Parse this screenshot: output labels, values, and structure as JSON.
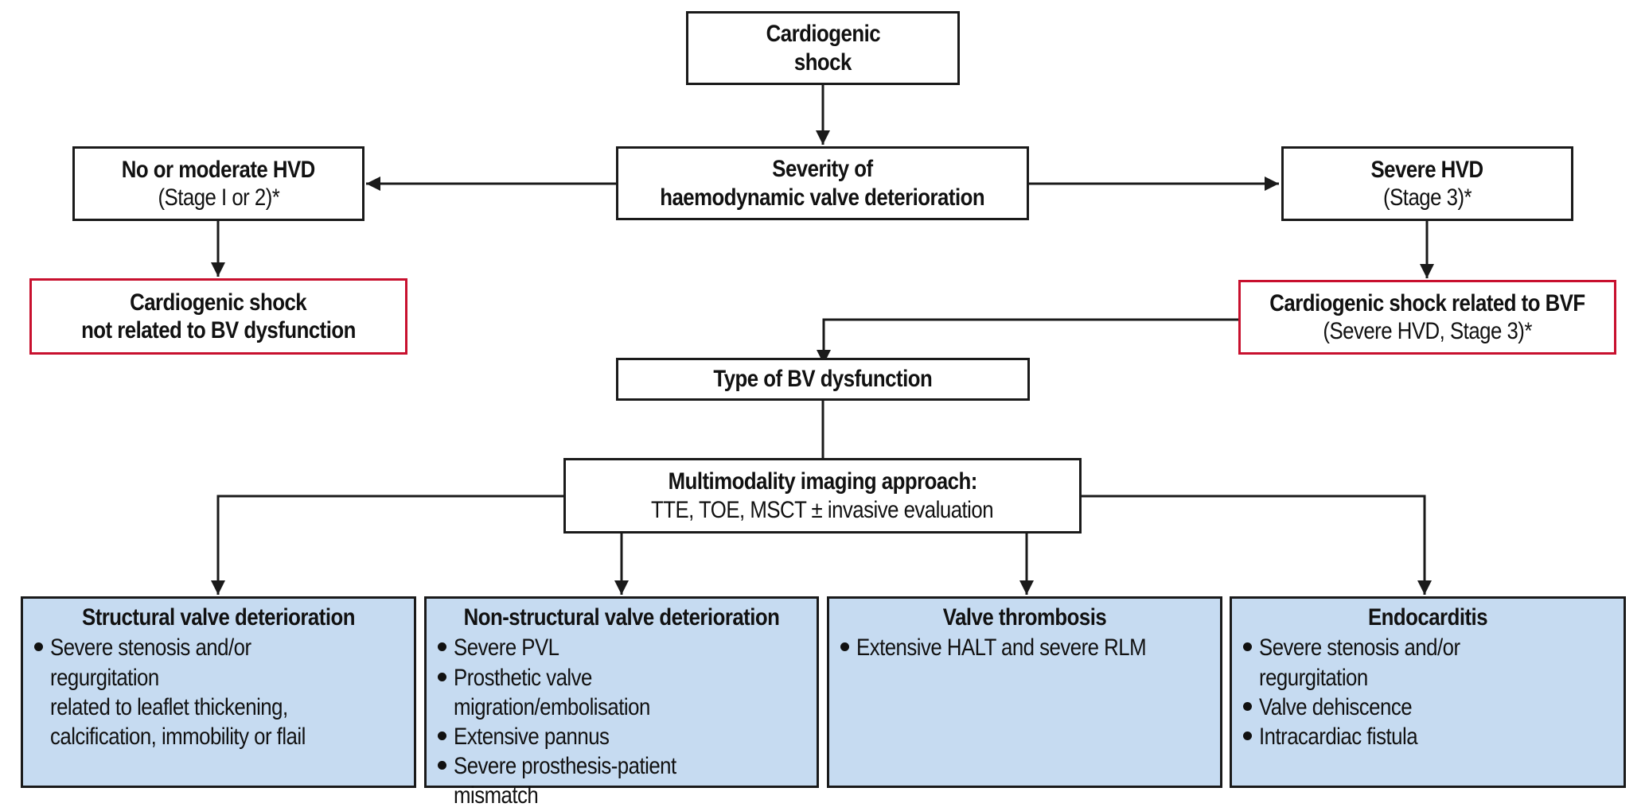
{
  "colors": {
    "line": "#1a1a1a",
    "outcome_border": "#c8102e",
    "category_fill": "#c6dbf1"
  },
  "nodes": {
    "start": {
      "lines": [
        "Cardiogenic",
        "shock"
      ]
    },
    "severity": {
      "lines": [
        "Severity of",
        "haemodynamic valve deterioration"
      ]
    },
    "no_moderate": {
      "title": "No or moderate HVD",
      "subtitle": "(Stage I or 2)*"
    },
    "severe": {
      "title": "Severe HVD",
      "subtitle": "(Stage 3)*"
    },
    "not_related": {
      "lines": [
        "Cardiogenic shock",
        "not related to BV dysfunction"
      ]
    },
    "related_bvf": {
      "title": "Cardiogenic shock related to BVF",
      "subtitle": "(Severe HVD, Stage 3)*"
    },
    "type": {
      "title": "Type of BV dysfunction"
    },
    "imaging": {
      "title": "Multimodality imaging approach:",
      "subtitle": "TTE, TOE, MSCT ± invasive evaluation"
    }
  },
  "categories": [
    {
      "title": "Structural valve deterioration",
      "items": [
        "Severe stenosis and/or regurgitation\nrelated to leaflet thickening,\ncalcification, immobility or flail"
      ]
    },
    {
      "title": "Non-structural valve deterioration",
      "items": [
        "Severe PVL",
        "Prosthetic valve\nmigration/embolisation",
        "Extensive pannus",
        "Severe prosthesis-patient mismatch"
      ]
    },
    {
      "title": "Valve thrombosis",
      "items": [
        "Extensive HALT and severe RLM"
      ]
    },
    {
      "title": "Endocarditis",
      "items": [
        "Severe stenosis and/or regurgitation",
        "Valve dehiscence",
        "Intracardiac fistula"
      ]
    }
  ]
}
